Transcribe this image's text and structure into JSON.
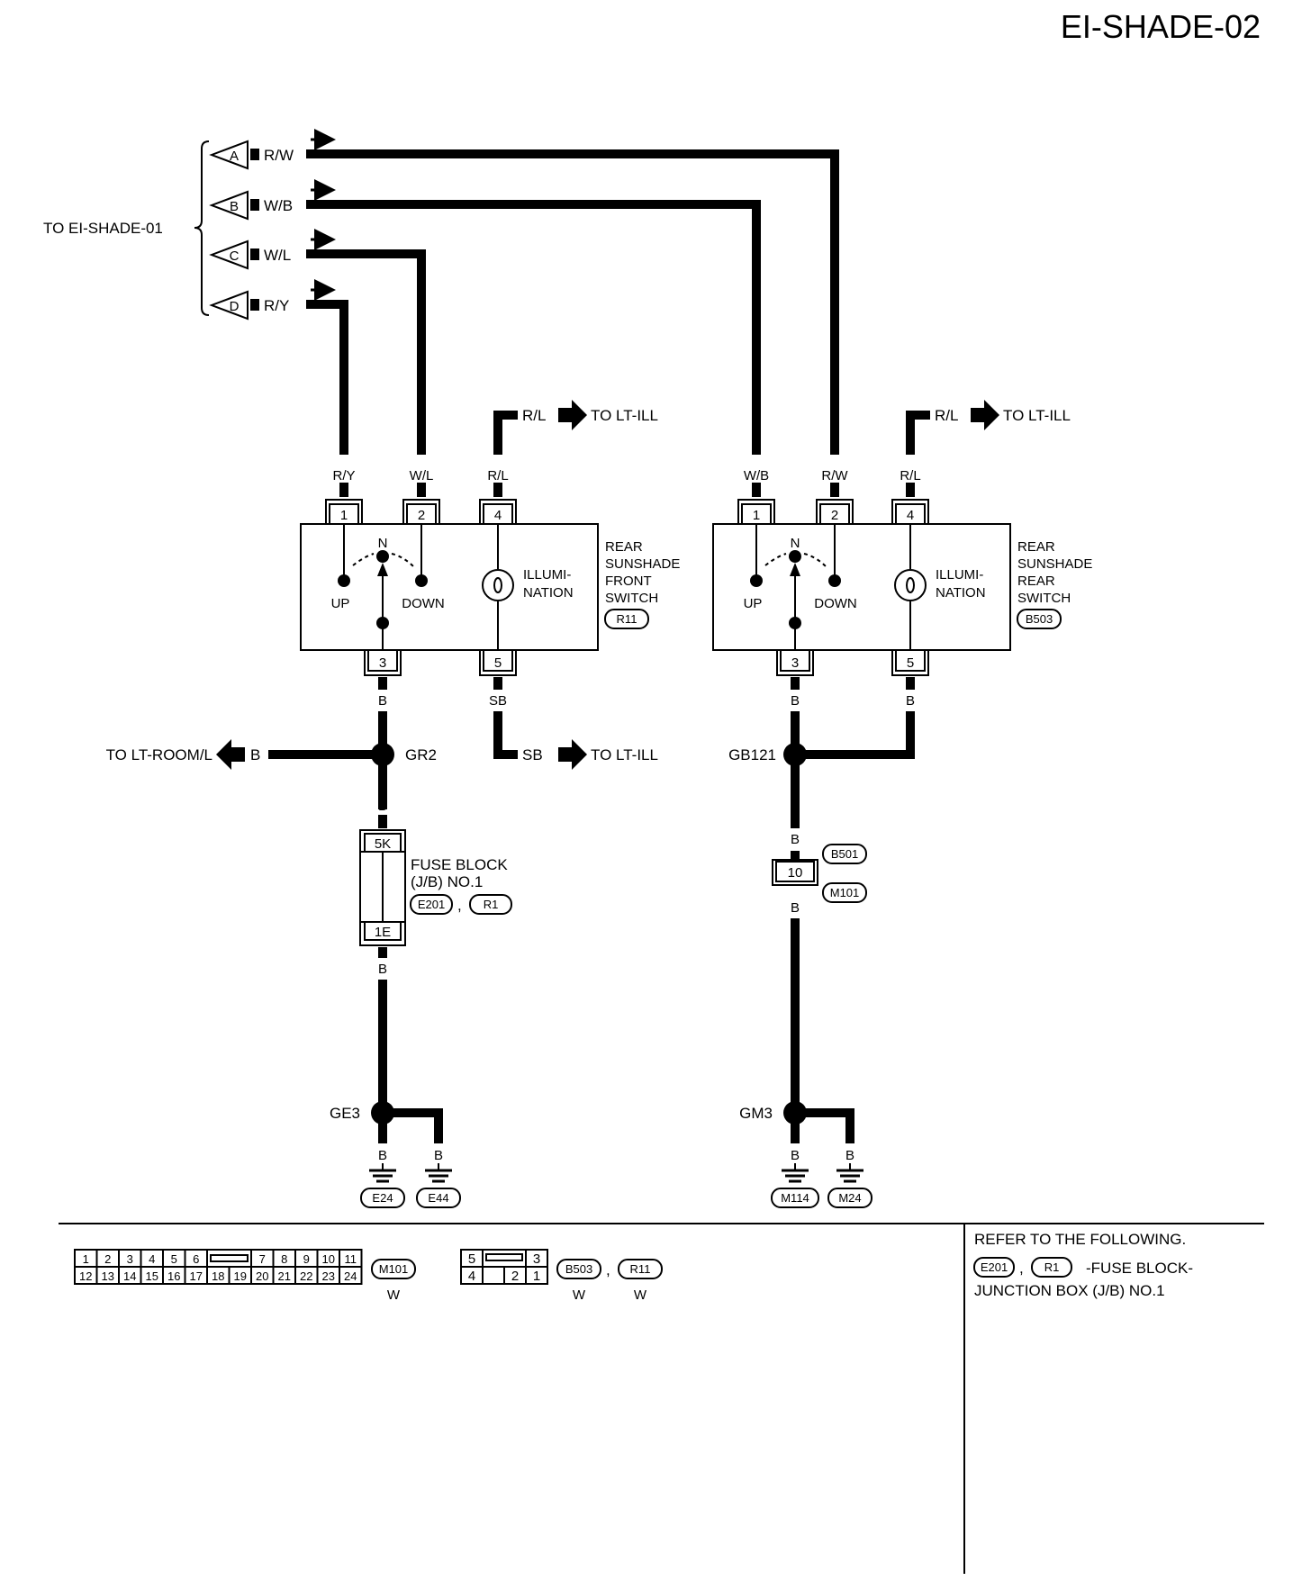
{
  "page_code": "EI-SHADE-02",
  "to_page": "TO EI-SHADE-01",
  "connectors": [
    {
      "letter": "A",
      "color": "R/W"
    },
    {
      "letter": "B",
      "color": "W/B"
    },
    {
      "letter": "C",
      "color": "W/L"
    },
    {
      "letter": "D",
      "color": "R/Y"
    }
  ],
  "dest_lt_ill": "TO LT-ILL",
  "dest_lt_room": "TO LT-ROOM/L",
  "wire_colors": {
    "ry": "R/Y",
    "wl": "W/L",
    "rl": "R/L",
    "wb": "W/B",
    "rw": "R/W",
    "b": "B",
    "sb": "SB"
  },
  "switch_front": {
    "pins": [
      "1",
      "2",
      "4",
      "3",
      "5"
    ],
    "pos_n": "N",
    "pos_up": "UP",
    "pos_down": "DOWN",
    "illum1": "ILLUMI-",
    "illum2": "NATION",
    "name": [
      "REAR",
      "SUNSHADE",
      "FRONT",
      "SWITCH"
    ],
    "code": "R11"
  },
  "switch_rear": {
    "pins": [
      "1",
      "2",
      "4",
      "3",
      "5"
    ],
    "pos_n": "N",
    "pos_up": "UP",
    "pos_down": "DOWN",
    "illum1": "ILLUMI-",
    "illum2": "NATION",
    "name": [
      "REAR",
      "SUNSHADE",
      "REAR",
      "SWITCH"
    ],
    "code": "B503"
  },
  "splices": {
    "gr2": "GR2",
    "gb121": "GB121",
    "ge3": "GE3",
    "gm3": "GM3"
  },
  "fuse_block": {
    "top": "5K",
    "bottom": "1E",
    "label1": "FUSE BLOCK",
    "label2": "(J/B) NO.1",
    "code1": "E201",
    "code2": "R1",
    "comma": ","
  },
  "inline_conn": {
    "pin": "10",
    "code_top": "B501",
    "code_bottom": "M101"
  },
  "grounds": [
    "E24",
    "E44",
    "M114",
    "M24"
  ],
  "legend": {
    "m101_top": [
      "1",
      "2",
      "3",
      "4",
      "5",
      "6",
      "",
      "7",
      "8",
      "9",
      "10",
      "11"
    ],
    "m101_bottom": [
      "12",
      "13",
      "14",
      "15",
      "16",
      "17",
      "18",
      "19",
      "20",
      "21",
      "22",
      "23",
      "24"
    ],
    "m101_code": "M101",
    "m101_color": "W",
    "sw_top": [
      "5",
      "",
      "3"
    ],
    "sw_bottom": [
      "4",
      "",
      "2",
      "1"
    ],
    "sw_code1": "B503",
    "sw_color1": "W",
    "sw_code2": "R11",
    "sw_color2": "W",
    "comma": ","
  },
  "refer": {
    "line1": "REFER TO THE FOLLOWING.",
    "code1": "E201",
    "comma": ",",
    "code2": "R1",
    "line2b": "-FUSE BLOCK-",
    "line3": "JUNCTION BOX (J/B) NO.1"
  }
}
